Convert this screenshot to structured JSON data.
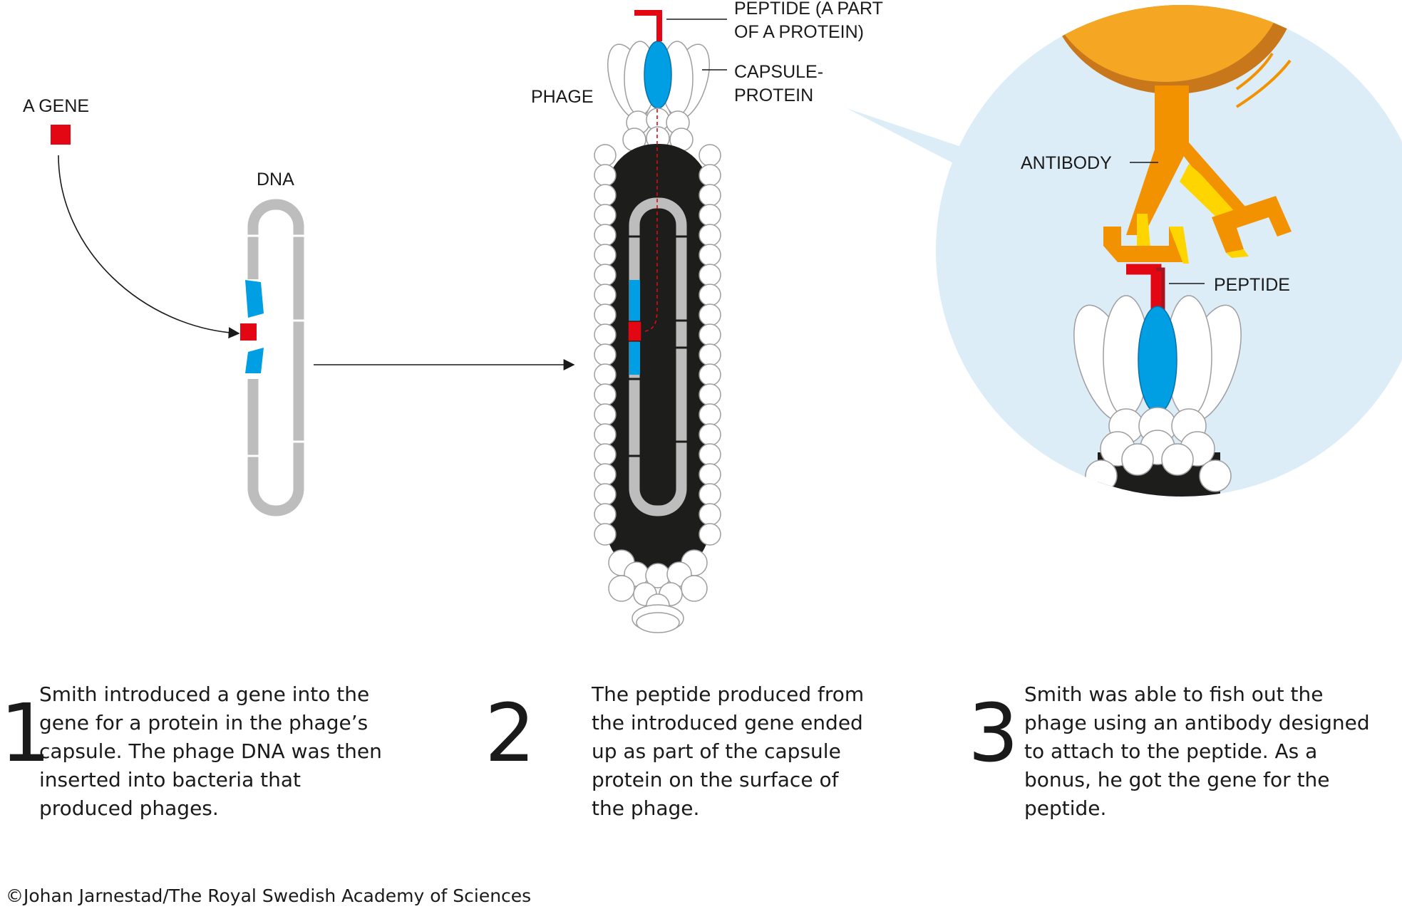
{
  "labels": {
    "gene": "A GENE",
    "dna": "DNA",
    "phage": "PHAGE",
    "peptide_line1": "PEPTIDE (A PART",
    "peptide_line2": "OF A PROTEIN)",
    "capsule_line1": "CAPSULE-",
    "capsule_line2": "PROTEIN",
    "antibody": "ANTIBODY",
    "peptide_zoom": "PEPTIDE"
  },
  "steps": [
    {
      "number": "1",
      "text": "Smith introduced a gene into the gene for a protein in the phage’s capsule. The phage DNA was then inserted into bacteria that produced phages."
    },
    {
      "number": "2",
      "text": "The peptide produced from the introduced gene ended up as part of the capsule protein on the surface of the phage."
    },
    {
      "number": "3",
      "text": "Smith was able to fish out the phage using an antibody designed to attach to the peptide. As a bonus, he got the gene for the peptide."
    }
  ],
  "credit": "©Johan Jarnestad/The Royal Swedish Academy of Sciences",
  "colors": {
    "gene_red": "#e30613",
    "insert_blue": "#009fe3",
    "dna_grey": "#bdbdbd",
    "phage_black": "#1d1d1b",
    "zoom_bg": "#dcedf8",
    "antibody_orange": "#f39200",
    "antibody_yellow": "#ffd500"
  }
}
